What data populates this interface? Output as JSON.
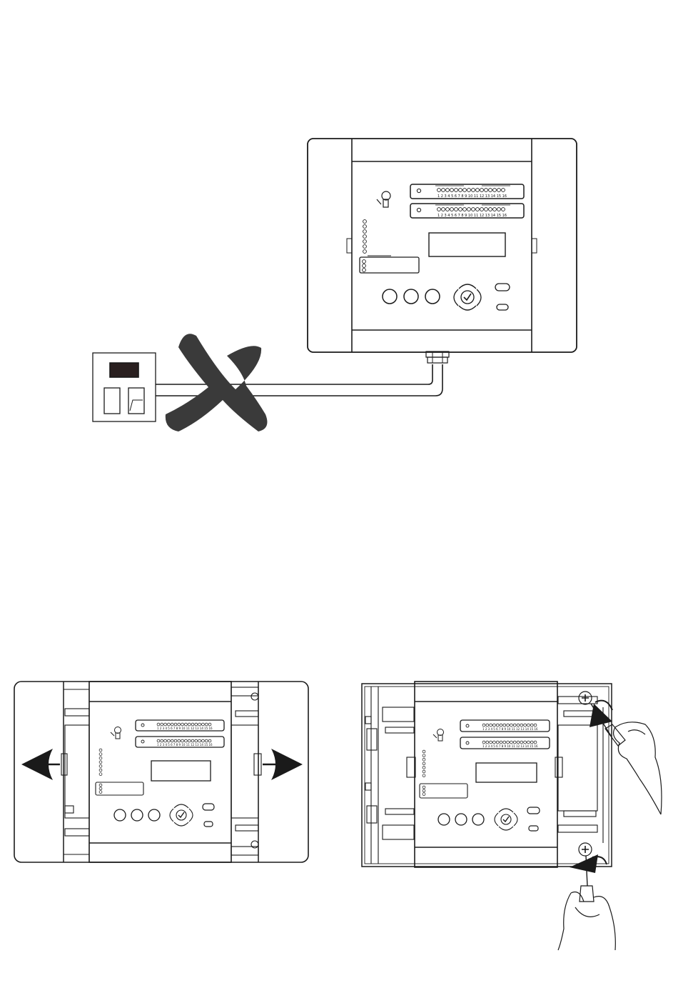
{
  "figure_top": {
    "channel_numbers": "1 2 3 4 5 6 7 8 9 10 11 12 13 14 15 16",
    "crossed_out_wiring": true,
    "icon_names": [
      "switch-box-icon",
      "prohibited-x-icon",
      "control-unit-icon",
      "cable-gland-icon"
    ]
  },
  "figure_bottom_left": {
    "channel_numbers": "1 2 3 4 5 6 7 8 9 10 11 12 13 14 15 16",
    "arrows": [
      "arrow-left-icon",
      "arrow-right-icon"
    ]
  },
  "figure_bottom_right": {
    "channel_numbers": "1 2 3 4 5 6 7 8 9 10 11 12 13 14 15 16",
    "icon_names": [
      "screw-icon",
      "rotate-arrow-icon",
      "screwdriver-hand-icon"
    ]
  },
  "colors": {
    "line": "#1a1a1a",
    "fill_dark": "#3a3a3a",
    "screen_dark": "#2a2020",
    "background": "#ffffff"
  }
}
